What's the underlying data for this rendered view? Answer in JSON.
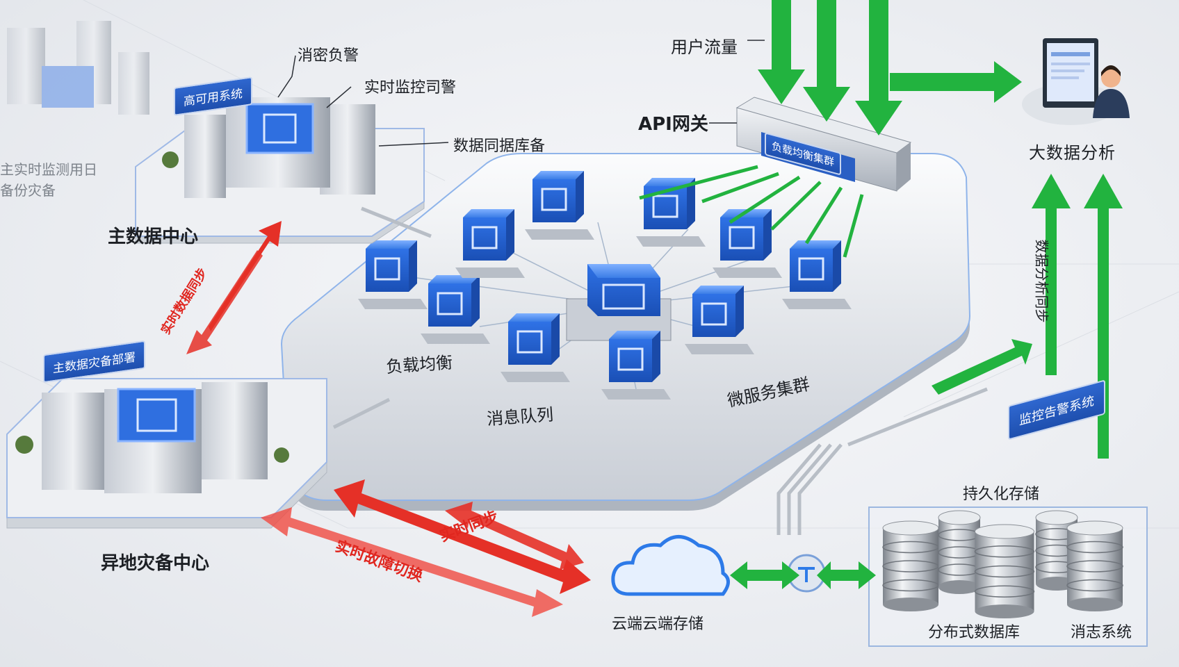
{
  "labels": {
    "user_traffic": "用户流量",
    "api_gateway": "API网关",
    "gateway_sign": "负载均衡集群",
    "client_app": "大数据分析",
    "dc_sign": "高可用系统",
    "callout_1": "消密负警",
    "callout_2": "实时监控司警",
    "callout_3": "数据同据库备",
    "gray_1": "主实时监测用日",
    "gray_2": "备份灾备",
    "main_dc": "主数据中心",
    "sync_label": "实时数据同步",
    "dr_sign": "主数据灾备部署",
    "dr_dc": "异地灾备中心",
    "load_balancing": "负载均衡",
    "message": "消息队列",
    "microservices": "微服务集群",
    "realtime_sync": "实时同步",
    "realtime_failover": "实时故障切换",
    "cloud_storage": "云端云端存储",
    "persistent_storage": "持久化存储",
    "distributed_db": "分布式数据库",
    "log_system": "消志系统",
    "monitor_sign": "监控告警系统",
    "right_vertical": "数据分析同步"
  },
  "colors": {
    "green_flow": "#22b33f",
    "red_sync": "#e53027",
    "blue_cube": "#2f6fe0",
    "sign_blue": "#1e4fae"
  },
  "icons": [
    "server-building-icon",
    "microservice-cube-icon",
    "cloud-icon",
    "database-cylinder-icon",
    "monitor-user-icon",
    "api-gateway-icon"
  ]
}
